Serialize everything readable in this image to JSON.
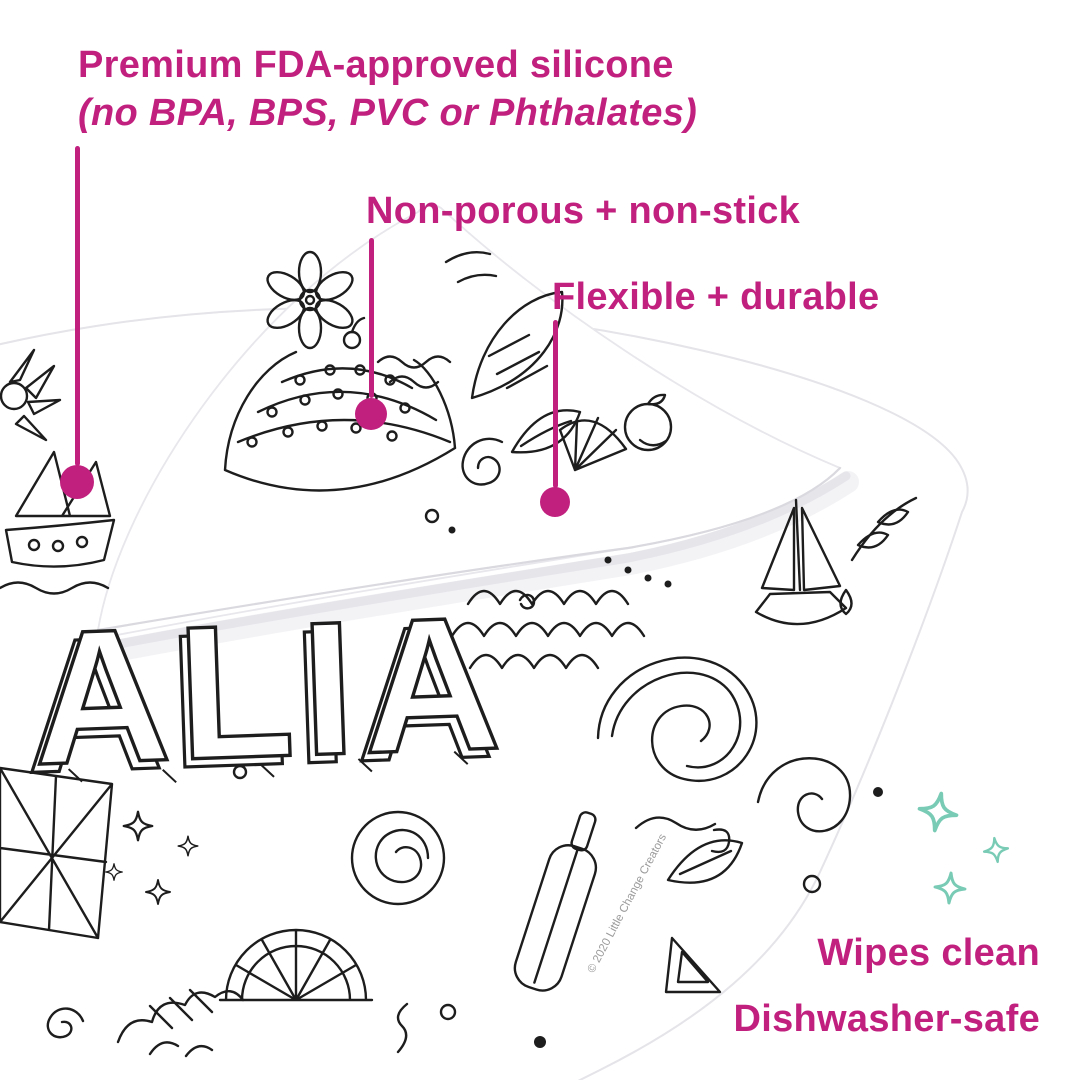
{
  "labels": {
    "premium_title": "Premium FDA-approved silicone",
    "premium_sub": "(no BPA, BPS, PVC or Phthalates)",
    "non_porous": "Non-porous + non-stick",
    "flexible": "Flexible + durable",
    "wipes_clean": "Wipes clean",
    "dishwasher": "Dishwasher-safe"
  },
  "mat": {
    "visible_word": "ALIA",
    "copyright": "© 2020 Little Change Creators"
  },
  "colors": {
    "accent_magenta": "#c1207f",
    "sparkle_teal": "#79cbb5",
    "line_art": "#1d1d1d",
    "mat_edge": "#e4e4e9"
  }
}
